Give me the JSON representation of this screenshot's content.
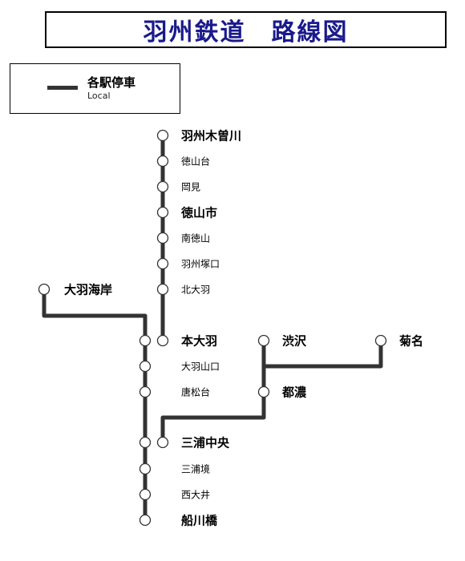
{
  "title": "羽州鉄道　路線図",
  "legend": {
    "label": "各駅停車",
    "sub": "Local",
    "line_color": "#333333"
  },
  "colors": {
    "title": "#1a1a8c",
    "line": "#333333",
    "station_fill": "#ffffff",
    "station_stroke": "#333333"
  },
  "stations": [
    {
      "id": "ushu-kisogawa",
      "name": "羽州木曽川",
      "major": true
    },
    {
      "id": "tokuyamadai",
      "name": "徳山台",
      "major": false
    },
    {
      "id": "okami",
      "name": "岡見",
      "major": false
    },
    {
      "id": "tokuyama-shi",
      "name": "徳山市",
      "major": true
    },
    {
      "id": "minami-tokuyama",
      "name": "南徳山",
      "major": false
    },
    {
      "id": "ushu-tsukaguchi",
      "name": "羽州塚口",
      "major": false
    },
    {
      "id": "kita-oba",
      "name": "北大羽",
      "major": false
    },
    {
      "id": "hon-oba",
      "name": "本大羽",
      "major": true
    },
    {
      "id": "oba-kaigan",
      "name": "大羽海岸",
      "major": true
    },
    {
      "id": "oba-yamaguchi",
      "name": "大羽山口",
      "major": false
    },
    {
      "id": "karamatsudai",
      "name": "唐松台",
      "major": false
    },
    {
      "id": "miura-chuo",
      "name": "三浦中央",
      "major": true
    },
    {
      "id": "miura-sakai",
      "name": "三浦境",
      "major": false
    },
    {
      "id": "nishi-oi",
      "name": "西大井",
      "major": false
    },
    {
      "id": "funakawabashi",
      "name": "船川橋",
      "major": true
    },
    {
      "id": "shibusawa",
      "name": "渋沢",
      "major": true
    },
    {
      "id": "tono",
      "name": "都濃",
      "major": true
    },
    {
      "id": "kikuna",
      "name": "菊名",
      "major": true
    }
  ]
}
